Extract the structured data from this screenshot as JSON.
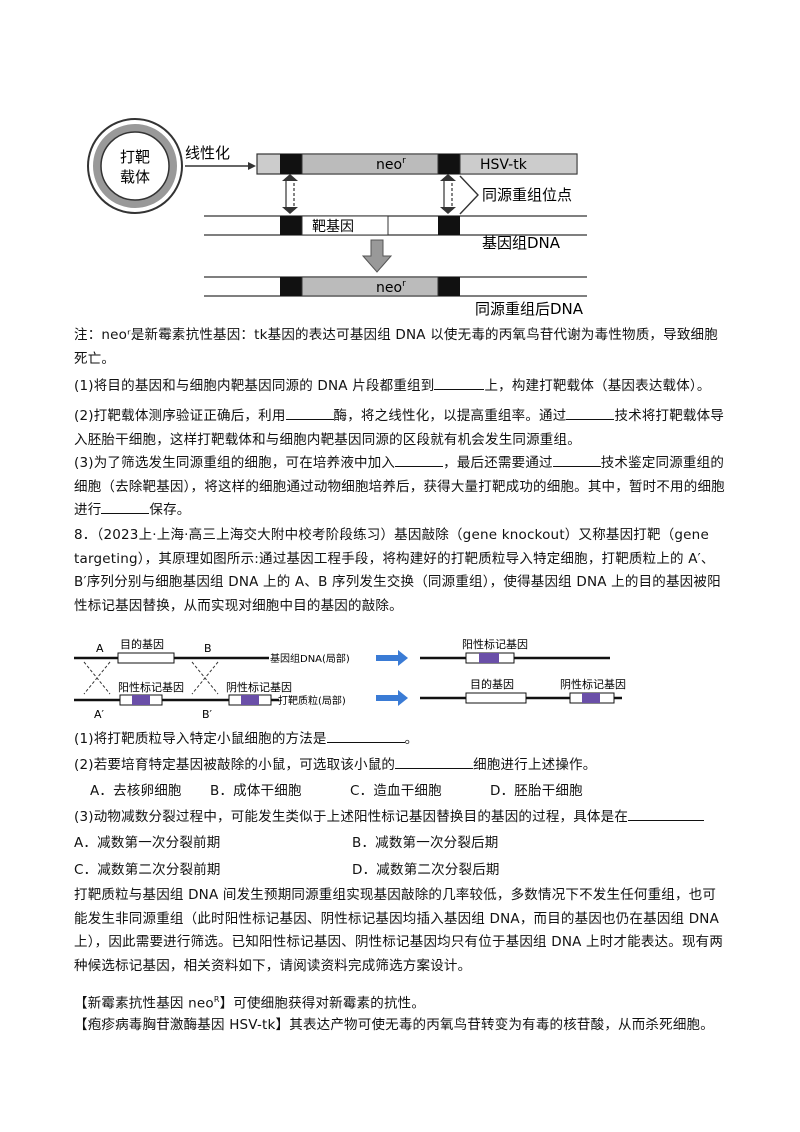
{
  "figure1": {
    "vector_label_1": "打靶",
    "vector_label_2": "载体",
    "linearize": "线性化",
    "neo": "neo",
    "neo_sup": "r",
    "hsv": "HSV-tk",
    "homologous_sites": "同源重组位点",
    "target_gene": "靶基因",
    "genome_dna": "基因组DNA",
    "after_dna": "同源重组后DNA"
  },
  "note": "注：neoʳ是新霉素抗性基因：tk基因的表达可基因组 DNA 以使无毒的丙氧鸟苷代谢为毒性物质，导致细胞死亡。",
  "q1": {
    "a": "(1)将目的基因和与细胞内靶基因同源的 DNA 片段都重组到",
    "b": "上，构建打靶载体（基因表达载体）。"
  },
  "q2": {
    "a": "(2)打靶载体测序验证正确后，利用",
    "b": "酶，将之线性化，以提高重组率。通过",
    "c": "技术将打靶载体导入胚胎干细胞，这样打靶载体和与细胞内靶基因同源的区段就有机会发生同源重组。"
  },
  "q3": {
    "a": "(3)为了筛选发生同源重组的细胞，可在培养液中加入",
    "b": "，最后还需要通过",
    "c": "技术鉴定同源重组的细胞（去除靶基因），将这样的细胞通过动物细胞培养后，获得大量打靶成功的细胞。其中，暂时不用的细胞进行",
    "d": "保存。"
  },
  "q8_intro": "8．（2023上·上海·高三上海交大附中校考阶段练习）基因敲除（gene knockout）又称基因打靶（gene targeting），其原理如图所示:通过基因工程手段，将构建好的打靶质粒导入特定细胞，打靶质粒上的 A′、B′序列分别与细胞基因组 DNA 上的 A、B 序列发生交换（同源重组），使得基因组 DNA 上的目的基因被阳性标记基因替换，从而实现对细胞中目的基因的敲除。",
  "figure2": {
    "A": "A",
    "B": "B",
    "A_prime": "A′",
    "B_prime": "B′",
    "target_gene": "目的基因",
    "genome_local": "基因组DNA(局部)",
    "positive_marker": "阳性标记基因",
    "negative_marker": "阴性标记基因",
    "plasmid_local": "打靶质粒(局部)"
  },
  "q8_1": {
    "a": "(1)将打靶质粒导入特定小鼠细胞的方法是",
    "b": "。"
  },
  "q8_2": {
    "a": "(2)若要培育特定基因被敲除的小鼠，可选取该小鼠的",
    "b": "细胞进行上述操作。"
  },
  "q8_2_options": [
    "A．去核卵细胞",
    "B．成体干细胞",
    "C．造血干细胞",
    "D．胚胎干细胞"
  ],
  "q8_3": {
    "a": "(3)动物减数分裂过程中，可能发生类似于上述阳性标记基因替换目的基因的过程，具体是在"
  },
  "q8_3_options": [
    "A．减数第一次分裂前期",
    "B．减数第一次分裂后期",
    "C．减数第二次分裂前期",
    "D．减数第二次分裂后期"
  ],
  "para_screen": "打靶质粒与基因组 DNA 间发生预期同源重组实现基因敲除的几率较低，多数情况下不发生任何重组，也可能发生非同源重组（此时阳性标记基因、阴性标记基因均插入基因组 DNA，而目的基因也仍在基因组 DNA上），因此需要进行筛选。已知阳性标记基因、阴性标记基因均只有位于基因组 DNA 上时才能表达。现有两种候选标记基因，相关资料如下，请阅读资料完成筛选方案设计。",
  "neo_info": {
    "a": "【新霉素抗性基因 neo",
    "sup": "R",
    "b": "】可使细胞获得对新霉素的抗性。"
  },
  "hsv_info": "【疱疹病毒胸苷激酶基因 HSV-tk】其表达产物可使无毒的丙氧鸟苷转变为有毒的核苷酸，从而杀死细胞。"
}
